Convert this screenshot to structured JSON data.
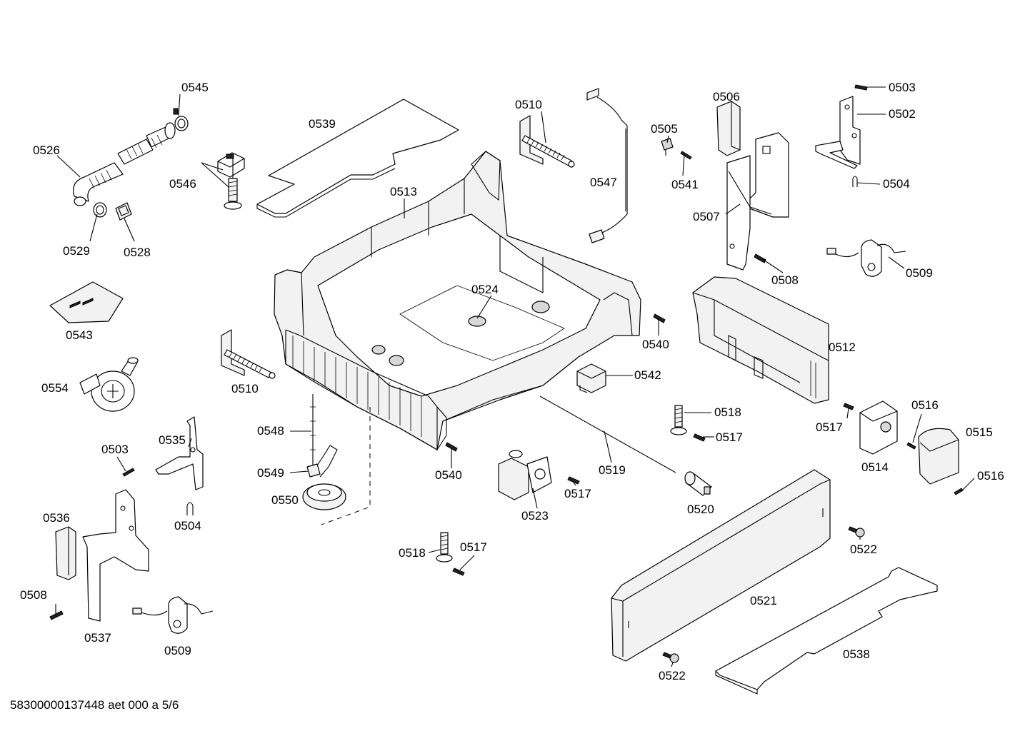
{
  "footer_text": "58300000137448 aet 000 a 5/6",
  "callouts": [
    "0545",
    "0526",
    "0529",
    "0528",
    "0539",
    "0546",
    "0513",
    "0510",
    "0547",
    "0505",
    "0541",
    "0506",
    "0507",
    "0508",
    "0503",
    "0502",
    "0504",
    "0509",
    "0543",
    "0524",
    "0540",
    "0512",
    "0554",
    "0510",
    "0542",
    "0518",
    "0517",
    "0517",
    "0516",
    "0515",
    "0514",
    "0516",
    "0548",
    "0549",
    "0550",
    "0540",
    "0519",
    "0520",
    "0523",
    "0517",
    "0535",
    "0503",
    "0504",
    "0536",
    "0508",
    "0537",
    "0509",
    "0518",
    "0517",
    "0522",
    "0521",
    "0538",
    "0522"
  ]
}
